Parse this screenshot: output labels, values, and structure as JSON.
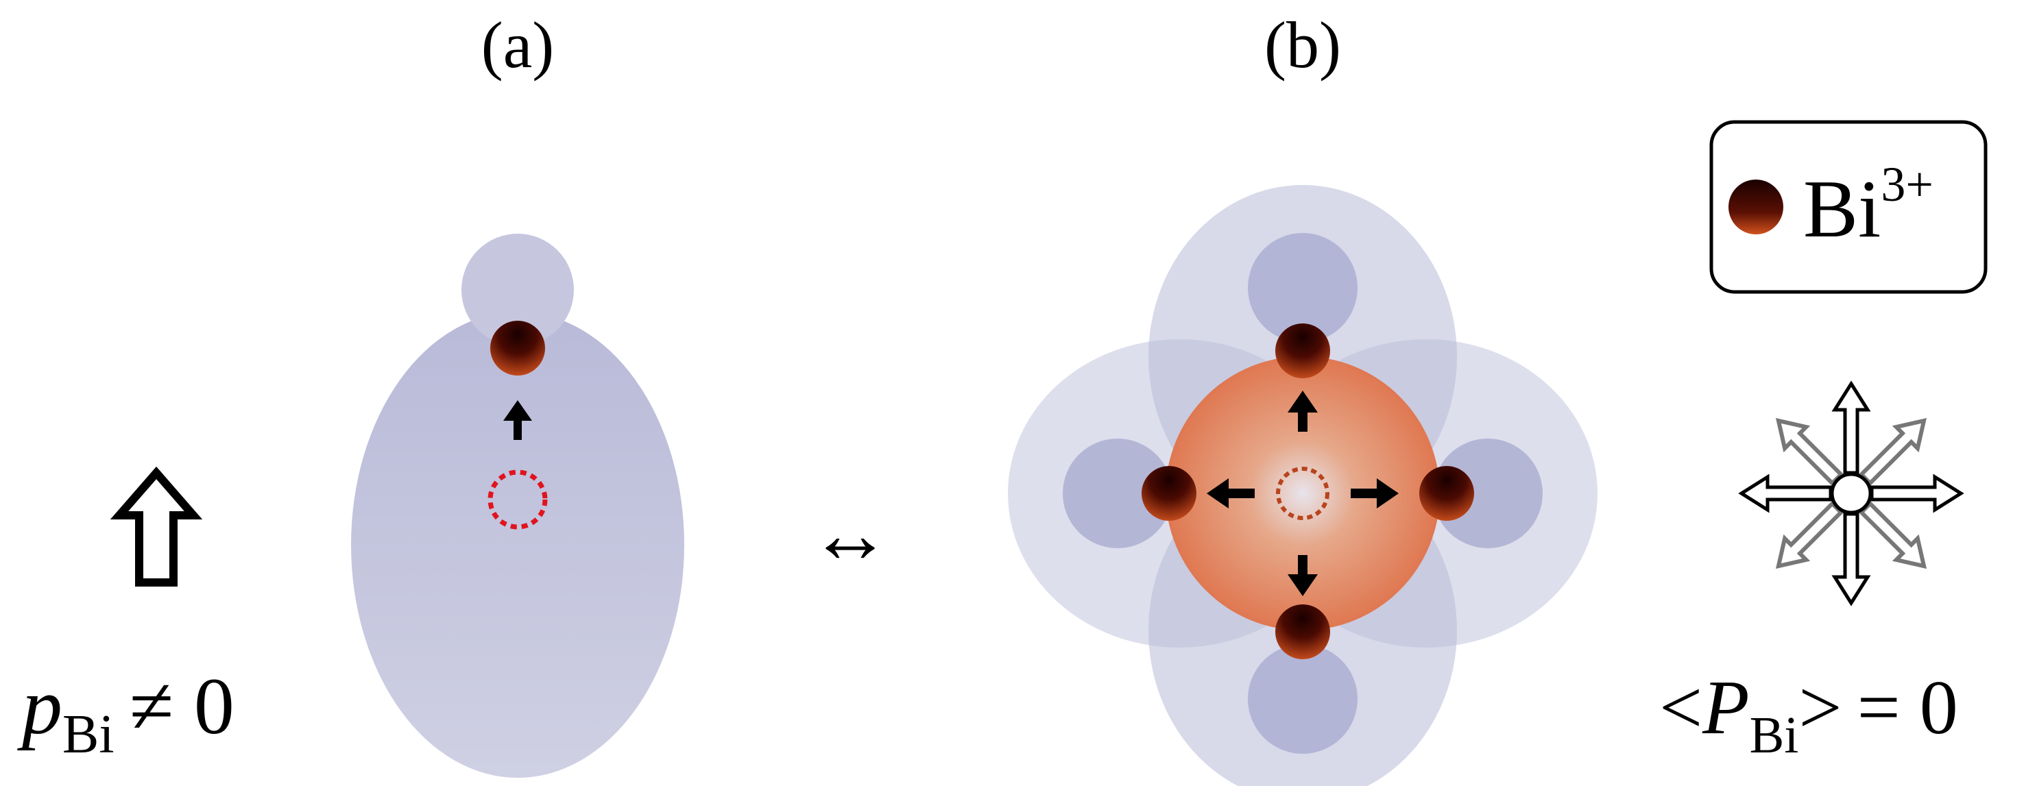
{
  "panel_a": {
    "label": "(a)",
    "moment_symbol": "p",
    "moment_subscript": "Bi",
    "moment_relation": "≠ 0"
  },
  "panel_b": {
    "label": "(b)"
  },
  "connector_symbol": "↔",
  "legend": {
    "ion_symbol": "Bi",
    "ion_charge": "3+"
  },
  "average_moment": {
    "open_bracket": "<",
    "symbol": "P",
    "subscript": "Bi",
    "close_bracket": ">",
    "relation": "= 0"
  },
  "colors": {
    "lone_pair_cloud": "#bcbcd8",
    "lone_pair_lobe": "#9ea0c8",
    "ion_core": "#2a0400",
    "ion_edge": "#d2521e",
    "central_sphere": "#e07a4e",
    "displacement_origin": "#e0141e",
    "arrow": "#000000"
  },
  "icons": [
    "bi-ion-icon",
    "displacement-arrow-icon",
    "up-arrow-outline-icon",
    "radial-arrows-icon"
  ]
}
